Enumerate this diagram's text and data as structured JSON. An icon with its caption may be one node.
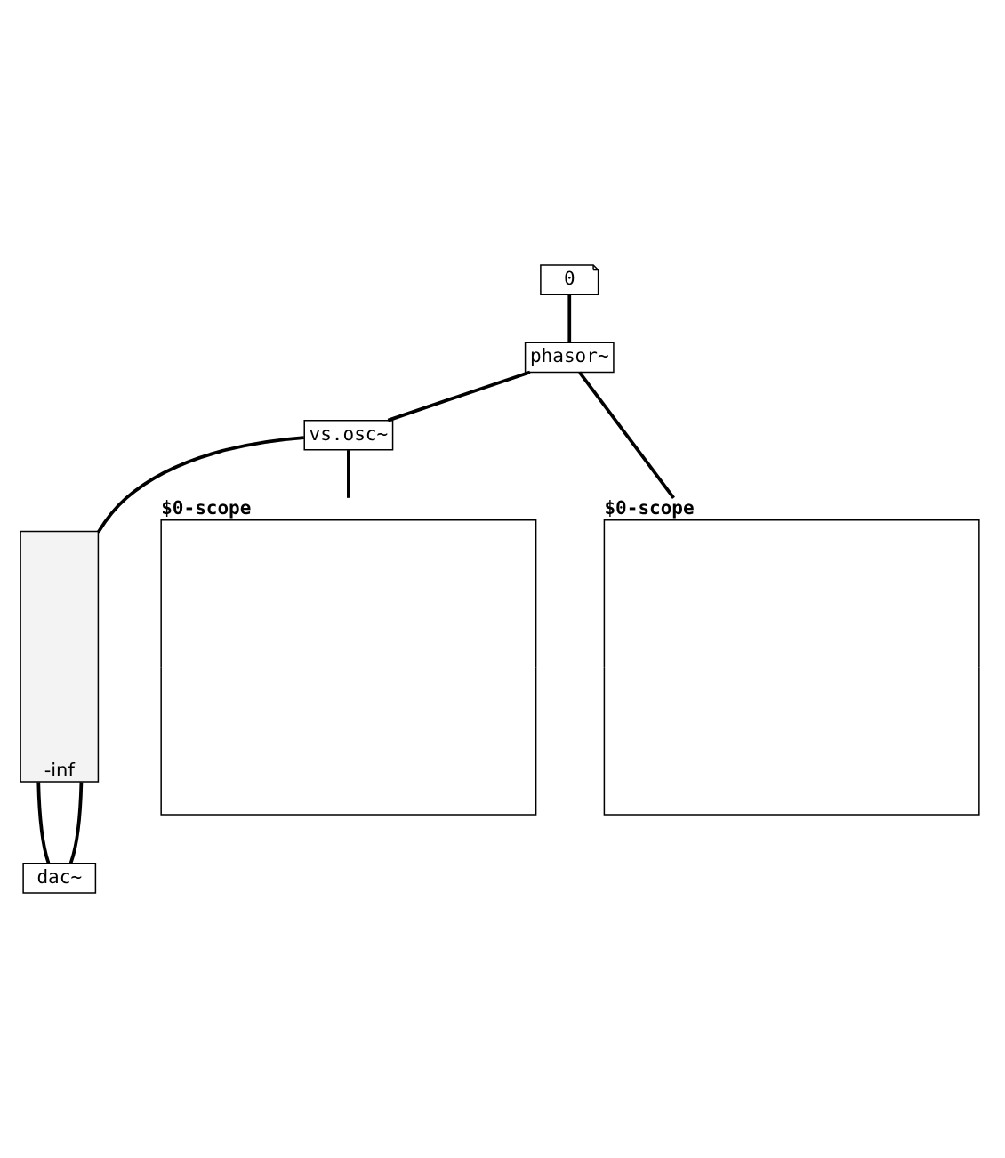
{
  "diagram": {
    "nodes": [
      {
        "text": [
          "0"
        ]
      },
      {
        "text": [
          "phasor~"
        ]
      },
      {
        "text": [
          "vs.osc~"
        ]
      },
      {
        "text": [
          "$0-scope"
        ]
      },
      {
        "text": [
          "-inf"
        ]
      },
      {
        "text": [
          "$0-scope"
        ]
      },
      {
        "text": [
          "dac~"
        ]
      }
    ],
    "edges": [
      {
        "from": 0,
        "to": 1,
        "arrow": "none"
      },
      {
        "from": 1,
        "to": 2,
        "arrow": "none"
      },
      {
        "from": 1,
        "to": 3,
        "arrow": "none"
      },
      {
        "from": 2,
        "to": 4,
        "arrow": "none"
      },
      {
        "from": 2,
        "to": 5,
        "arrow": "none"
      },
      {
        "from": 4,
        "to": 6,
        "arrow": "none"
      },
      {
        "from": 4,
        "to": 6,
        "arrow": "none"
      }
    ]
  }
}
